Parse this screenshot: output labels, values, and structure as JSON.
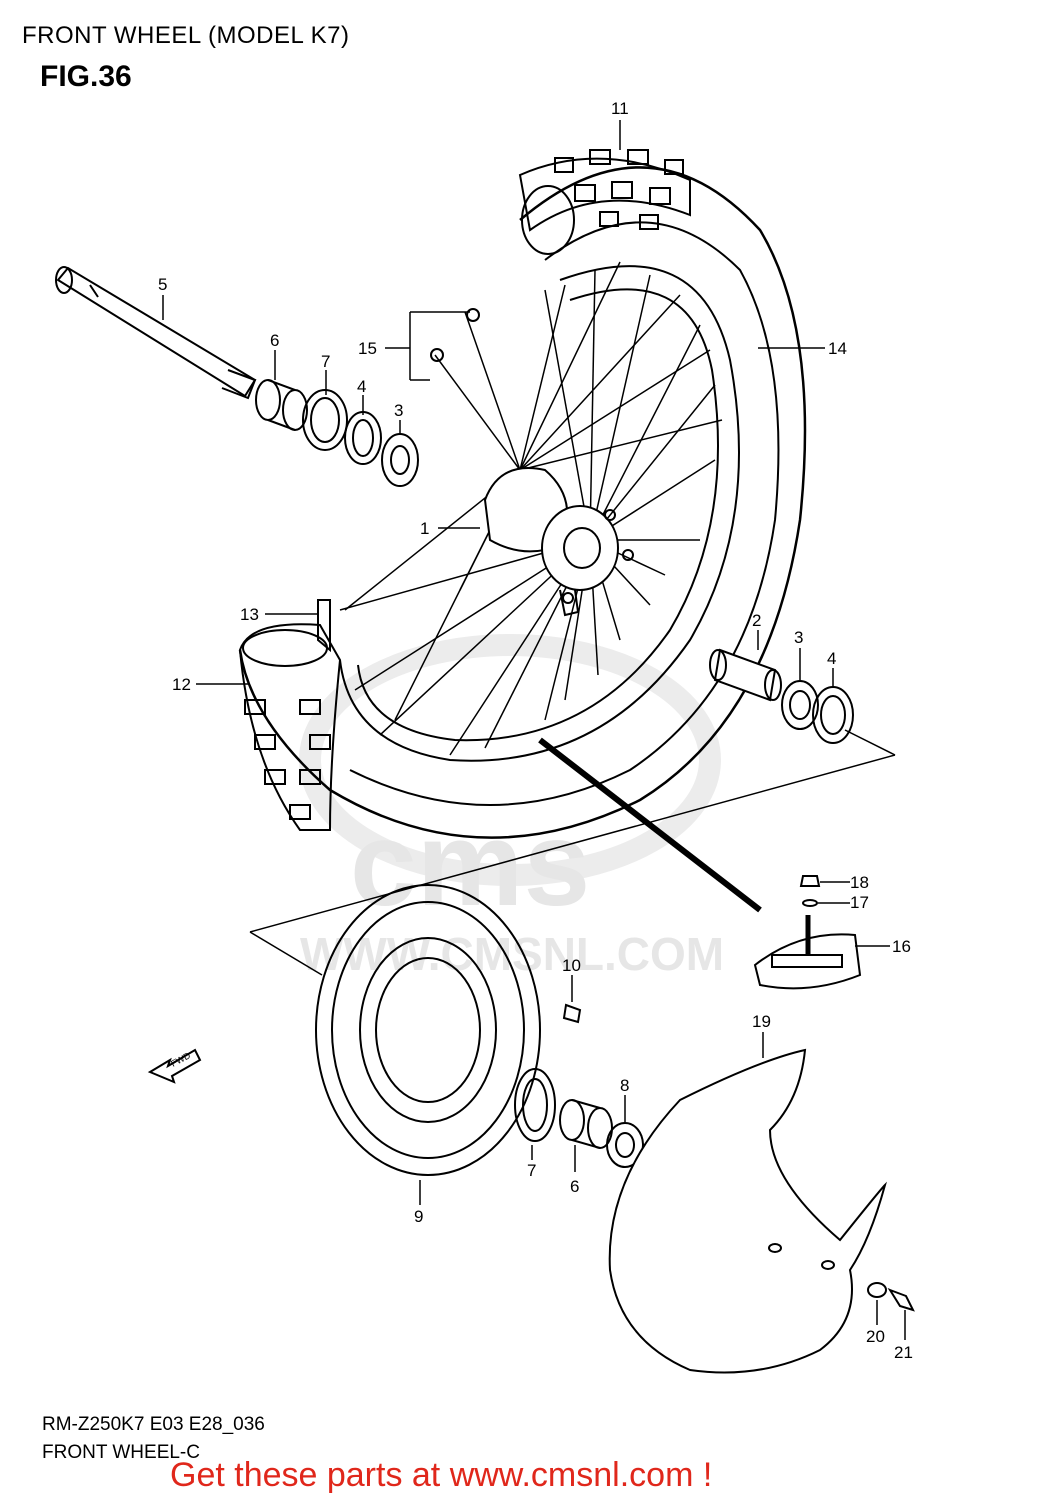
{
  "header": {
    "title": "FRONT WHEEL (MODEL K7)",
    "figure": "FIG.36"
  },
  "watermark": {
    "logo_text": "cms",
    "url_text": "WWW.CMSNL.COM"
  },
  "direction_arrow": {
    "label": "FWD"
  },
  "callouts": {
    "c1": "1",
    "c2": "2",
    "c3a": "3",
    "c3b": "3",
    "c4a": "4",
    "c4b": "4",
    "c5": "5",
    "c6a": "6",
    "c6b": "6",
    "c7a": "7",
    "c7b": "7",
    "c8": "8",
    "c9": "9",
    "c10": "10",
    "c11": "11",
    "c12": "12",
    "c13": "13",
    "c14": "14",
    "c15": "15",
    "c16": "16",
    "c17": "17",
    "c18": "18",
    "c19": "19",
    "c20": "20",
    "c21": "21"
  },
  "footer": {
    "code": "RM-Z250K7 E03 E28_036",
    "name": "FRONT WHEEL-C",
    "cta": "Get these parts at www.cmsnl.com !"
  },
  "colors": {
    "cta": "#e0271b",
    "line": "#000000",
    "watermark": "#e6e6e6"
  }
}
